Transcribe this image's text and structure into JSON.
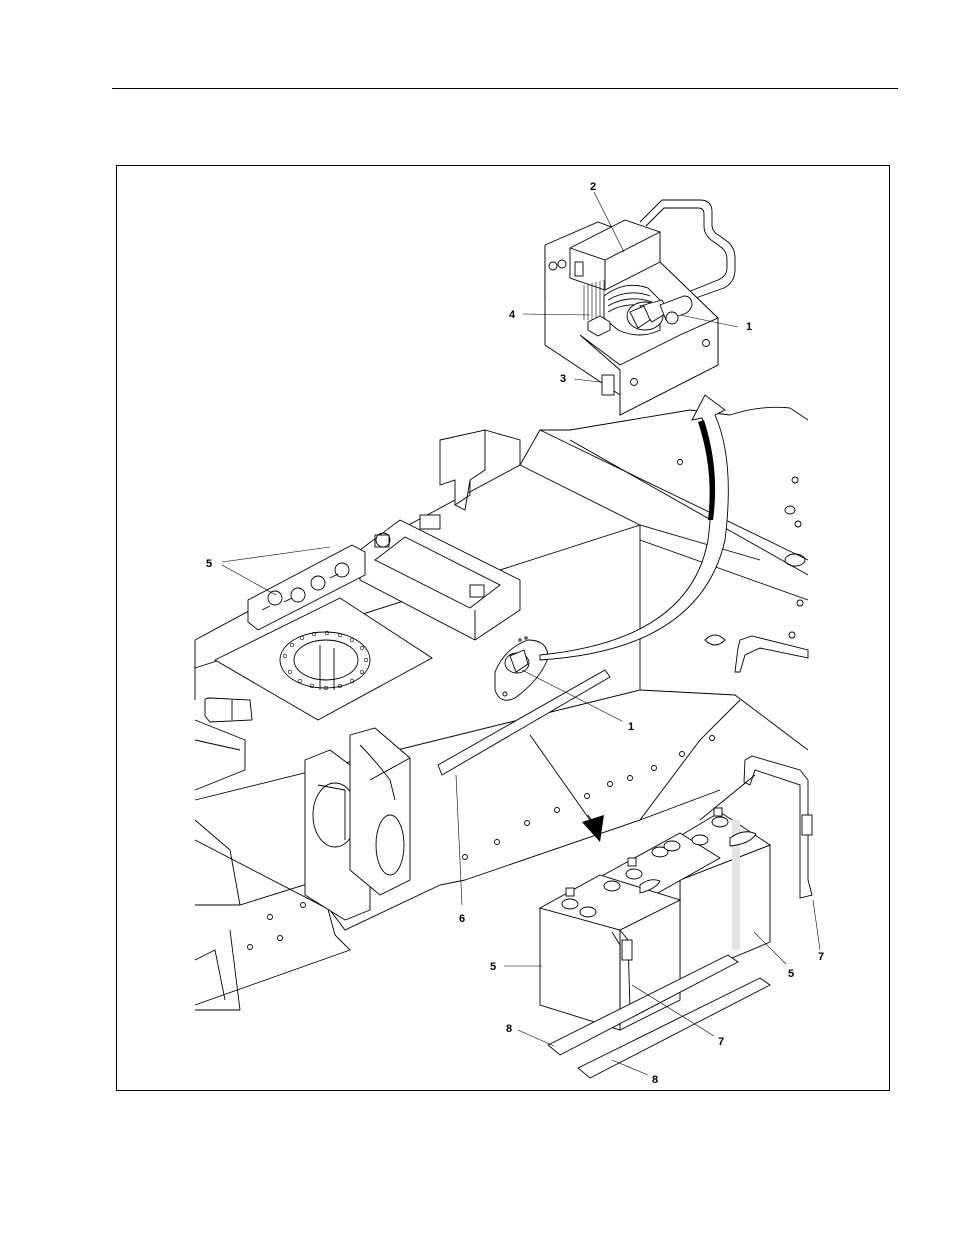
{
  "figure": {
    "callouts": [
      {
        "id": "c2-top",
        "label": "2"
      },
      {
        "id": "c4-top",
        "label": "4"
      },
      {
        "id": "c1-top",
        "label": "1"
      },
      {
        "id": "c3-top",
        "label": "3"
      },
      {
        "id": "c5-left",
        "label": "5"
      },
      {
        "id": "c1-mid",
        "label": "1"
      },
      {
        "id": "c6",
        "label": "6"
      },
      {
        "id": "c5-battery-left",
        "label": "5"
      },
      {
        "id": "c5-battery-right",
        "label": "5"
      },
      {
        "id": "c7-right",
        "label": "7"
      },
      {
        "id": "c7-mid",
        "label": "7"
      },
      {
        "id": "c8-left",
        "label": "8"
      },
      {
        "id": "c8-bottom",
        "label": "8"
      }
    ]
  }
}
